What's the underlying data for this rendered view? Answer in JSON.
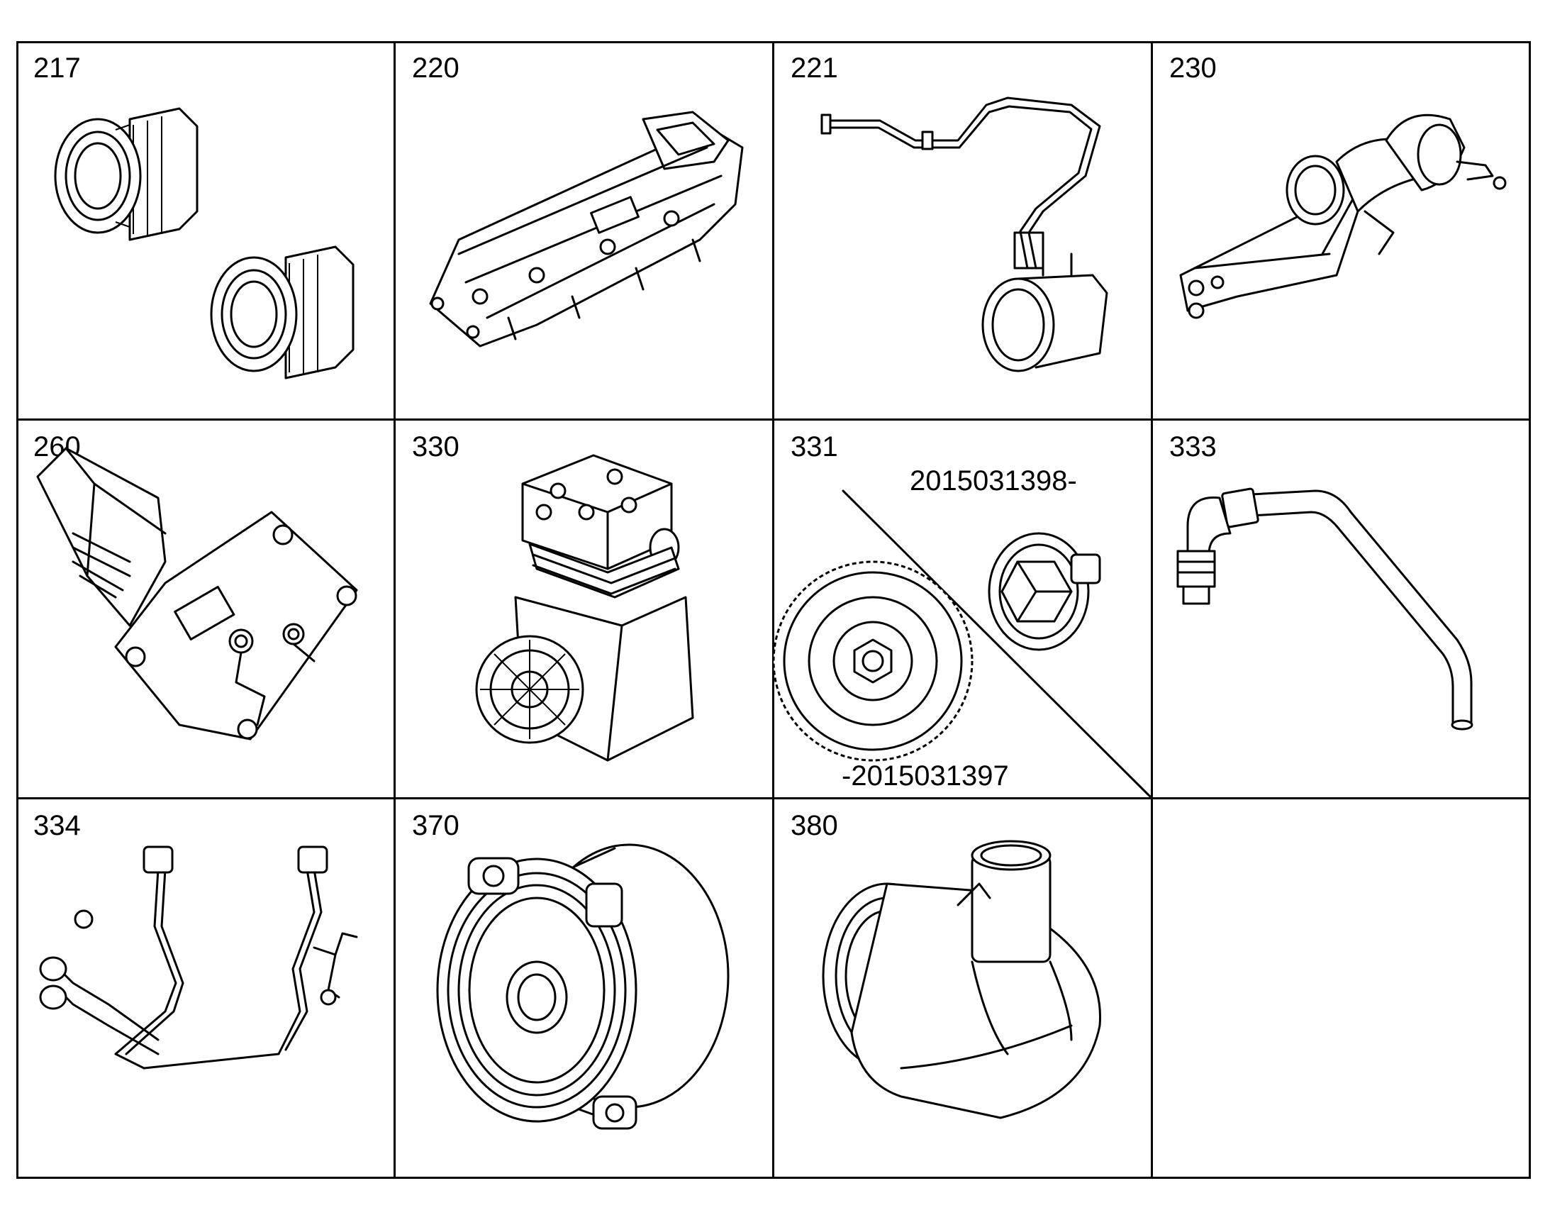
{
  "cells": [
    {
      "label": "217",
      "part": "fittings"
    },
    {
      "label": "220",
      "part": "manifold"
    },
    {
      "label": "221",
      "part": "pipe-assembly"
    },
    {
      "label": "230",
      "part": "elbow-bracket"
    },
    {
      "label": "260",
      "part": "heater-plate"
    },
    {
      "label": "330",
      "part": "air-compressor"
    },
    {
      "label": "331",
      "part": "gear-and-hub"
    },
    {
      "label": "333",
      "part": "bent-pipe"
    },
    {
      "label": "334",
      "part": "pipe-set"
    },
    {
      "label": "370",
      "part": "water-pump"
    },
    {
      "label": "380",
      "part": "pump-housing"
    },
    {
      "label": "",
      "part": "empty"
    }
  ],
  "part_numbers": {
    "upper": "2015031398-",
    "lower": "-2015031397"
  }
}
